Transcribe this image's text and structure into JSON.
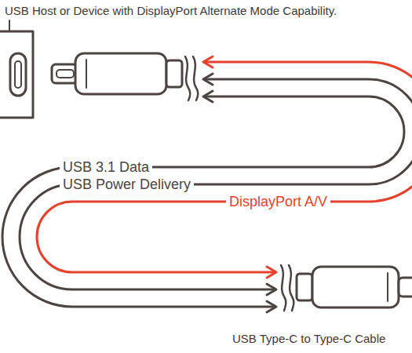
{
  "diagram": {
    "labels": [
      "USB Host or Device with DisplayPort Alternate Mode Capability.",
      "USB 3.1 Data",
      "USB Power Delivery",
      "DisplayPort A/V",
      "USB Type-C to Type-C Cable"
    ]
  }
}
